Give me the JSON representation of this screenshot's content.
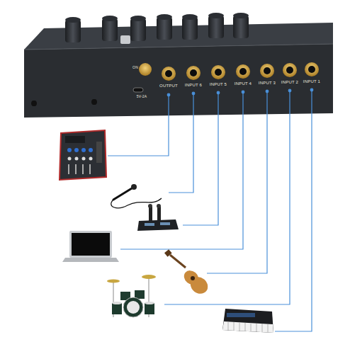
{
  "diagram": {
    "labels": [
      "ON",
      "5V-2A",
      "OUTPUT",
      "INPUT 6",
      "INPUT 5",
      "INPUT 4",
      "INPUT 3",
      "INPUT 2",
      "INPUT 1"
    ]
  }
}
